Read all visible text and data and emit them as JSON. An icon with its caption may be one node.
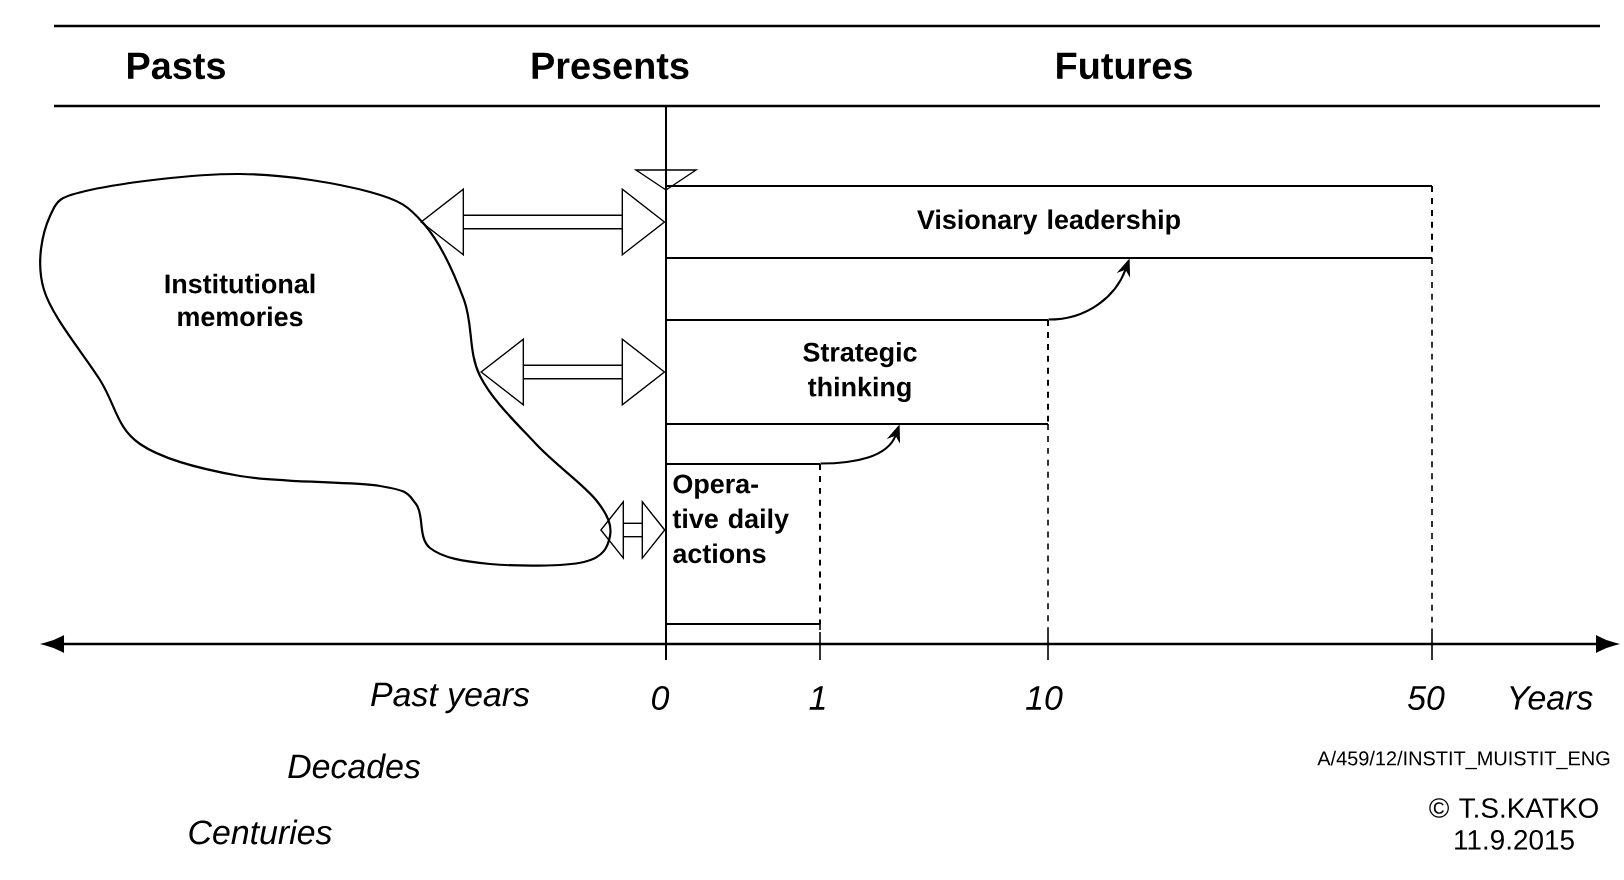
{
  "diagram": {
    "nodes": [
      {
        "text": [
          "Institutional memories"
        ]
      },
      {
        "text": [
          "Visionary leadership"
        ]
      },
      {
        "text": [
          "Strategic thinking"
        ]
      },
      {
        "text": [
          "Opera- tive daily actions"
        ]
      }
    ],
    "edges": [
      {
        "from": 0,
        "to": 1,
        "arrow": "both"
      },
      {
        "from": 0,
        "to": 2,
        "arrow": "both"
      },
      {
        "from": 0,
        "to": 3,
        "arrow": "both"
      },
      {
        "from": 3,
        "to": 2,
        "arrow": "to"
      },
      {
        "from": 2,
        "to": 1,
        "arrow": "to"
      }
    ],
    "labels": [
      "Pasts",
      "Presents",
      "Futures",
      "Past years",
      "0",
      "1",
      "10",
      "50",
      "Years",
      "Decades",
      "A/459/12/INSTIT_MUISTIT_ENG",
      "Centuries",
      "© T.S.KATKO 11.9.2015"
    ]
  }
}
